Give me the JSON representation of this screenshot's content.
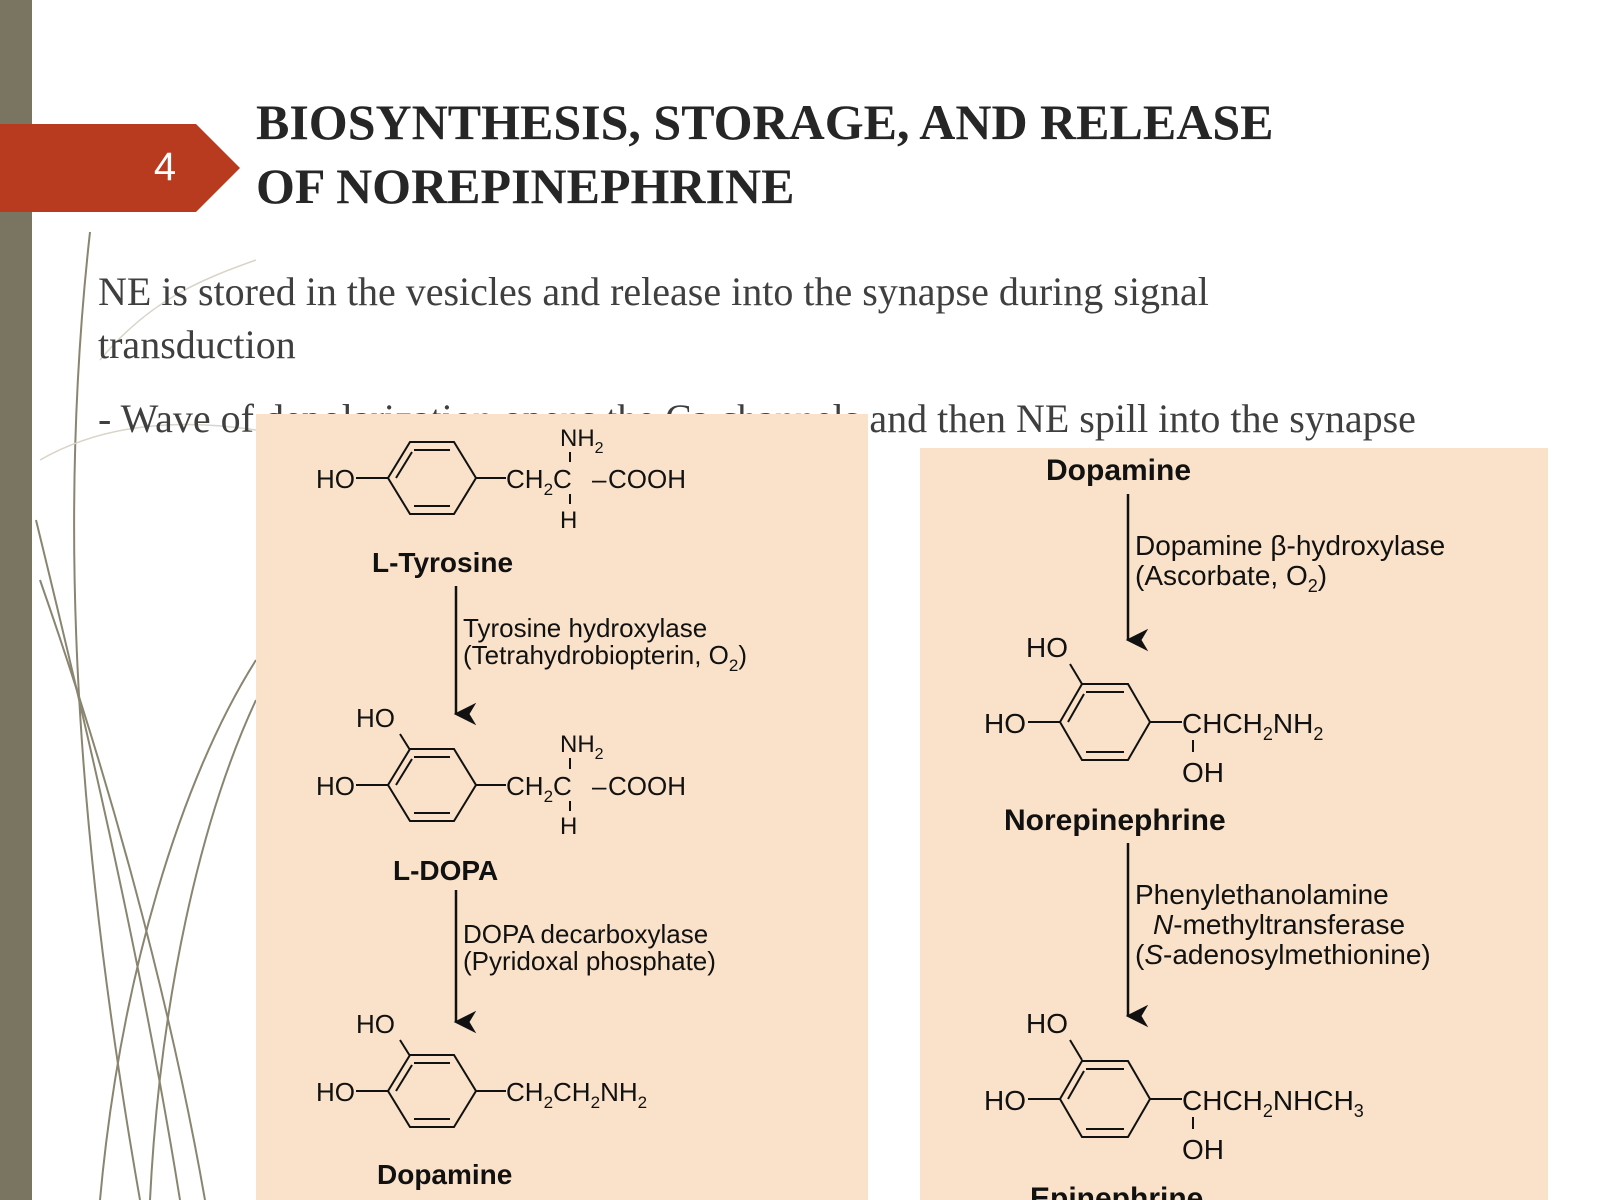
{
  "colors": {
    "accent": "#b83a1f",
    "sidebar": "#7a7560",
    "panel": "#f9e2c9",
    "title": "#262626",
    "body": "#3f3f3f"
  },
  "slide": {
    "number": "4",
    "title_line1": "BIOSYNTHESIS, STORAGE, AND RELEASE",
    "title_line2": "OF NOREPINEPHRINE",
    "paragraph_line1": "NE is stored in the vesicles and release into the synapse during signal",
    "paragraph_line2": "transduction",
    "bullet": "- Wave of depolarization opens the Ca channels and then NE spill into the synapse"
  },
  "pathway": {
    "compounds": {
      "tyrosine": {
        "name": "L-Tyrosine",
        "ring_sub": "HO",
        "amino": "NH",
        "chain_a": "CH",
        "chain_b": "C",
        "dash": "–",
        "carboxyl": "COOH",
        "h": "H",
        "sub2": "2"
      },
      "ldopa": {
        "name": "L-DOPA",
        "ho_top": "HO",
        "ho_left": "HO",
        "amino": "NH",
        "chain_a": "CH",
        "chain_b": "C",
        "dash": "–",
        "carboxyl": "COOH",
        "h": "H",
        "sub2": "2"
      },
      "dopamine_left": {
        "name": "Dopamine",
        "ho_top": "HO",
        "ho_left": "HO",
        "chain_a": "CH",
        "chain_b": "CH",
        "chain_c": "NH",
        "sub2": "2"
      },
      "dopamine_right": {
        "name": "Dopamine"
      },
      "norepinephrine": {
        "name": "Norepinephrine",
        "ho_top": "HO",
        "ho_left": "HO",
        "chain_a": "CHCH",
        "chain_b": "NH",
        "oh": "OH",
        "sub2": "2"
      },
      "epinephrine": {
        "name": "Epinephrine",
        "ho_top": "HO",
        "ho_left": "HO",
        "chain_a": "CHCH",
        "chain_b": "NHCH",
        "oh": "OH",
        "sub2": "2",
        "sub3": "3"
      }
    },
    "enzymes": {
      "th": {
        "line1": "Tyrosine hydroxylase",
        "line2": "(Tetrahydrobiopterin, O",
        "line2_end": ")",
        "sub2": "2"
      },
      "ddc": {
        "line1": "DOPA decarboxylase",
        "line2": "(Pyridoxal phosphate)"
      },
      "dbh": {
        "line1": "Dopamine β-hydroxylase",
        "line2": "(Ascorbate, O",
        "line2_end": ")",
        "sub2": "2"
      },
      "pnmt": {
        "line1": "Phenylethanolamine",
        "line2_italic": "N",
        "line2": "-methyltransferase",
        "line3_open": "(",
        "line3_italic": "S",
        "line3": "-adenosylmethionine)"
      }
    }
  }
}
